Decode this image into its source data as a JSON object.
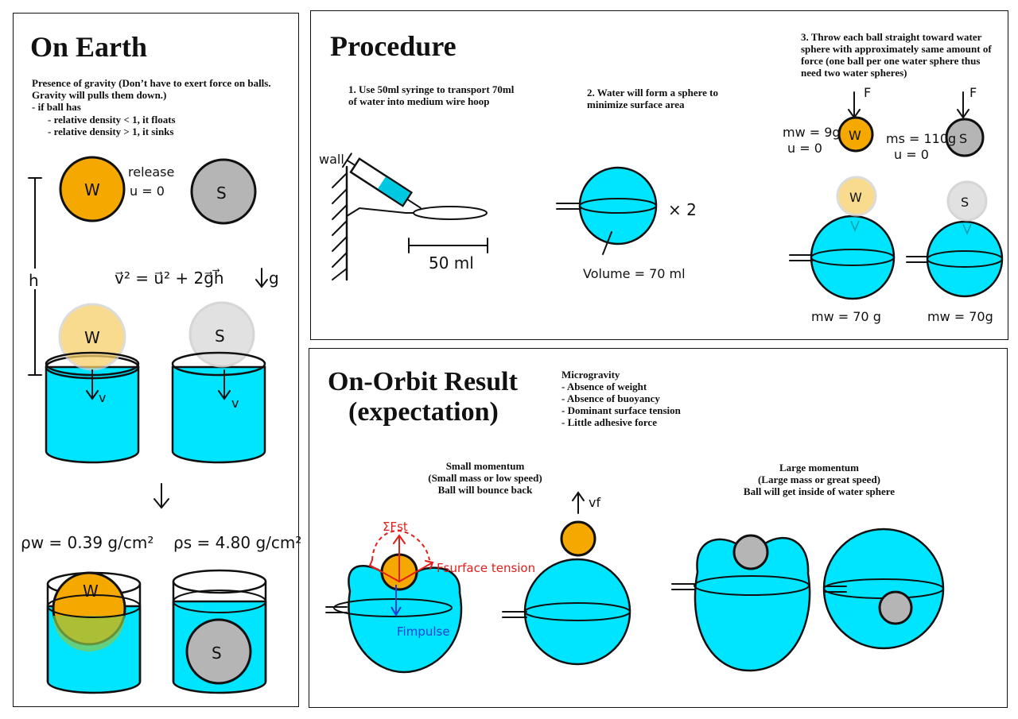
{
  "earth": {
    "title": "On Earth",
    "intro": "Presence of gravity (Don’t have to exert force on balls. Gravity will pulls them down.)",
    "bullet": "- if ball has",
    "sub1": "- relative density < 1, it floats",
    "sub2": "- relative density > 1, it sinks",
    "release": "release",
    "u0": "u = 0",
    "h": "h",
    "equation": "v⃗² = u⃗² + 2g⃗h⃗",
    "g": "g",
    "v": "v",
    "rho_w": "ρw = 0.39 g/cm²",
    "rho_s": "ρs = 4.80 g/cm²",
    "ball_w": "W",
    "ball_s": "S"
  },
  "procedure": {
    "title": "Procedure",
    "step1": "1. Use 50ml syringe to transport 70ml of water into medium wire hoop",
    "step2": "2. Water will form a sphere to minimize surface area",
    "step3": "3. Throw each ball straight toward water sphere with approximately same amount of force (one ball per one water sphere thus need two water spheres)",
    "wall": "wall",
    "ml50": "50 ml",
    "x2": "× 2",
    "volume": "Volume = 70 ml",
    "F": "F",
    "mw9": "mw = 9g",
    "ms110": "ms = 110g",
    "u0": "u = 0",
    "mw70a": "mw = 70 g",
    "mw70b": "mw = 70g"
  },
  "orbit": {
    "title1": "On-Orbit Result",
    "title2": "(expectation)",
    "micro_head": "Microgravity",
    "micro_items": [
      "- Absence of weight",
      "- Absence of buoyancy",
      "- Dominant surface tension",
      "- Little adhesive force"
    ],
    "small": "Small momentum\n(Small mass or low speed)\nBall will bounce back",
    "large": "Large momentum\n(Large mass or great speed)\nBall will get inside of water sphere",
    "sum_fst": "ΣFst",
    "f_surface": "Fsurface tension",
    "f_impulse": "Fimpulse",
    "vf": "vf"
  },
  "colors": {
    "water": "#00e5ff",
    "wood_ball": "#f5a800",
    "steel_ball": "#b5b5b5",
    "force_red": "#e0201a",
    "impulse_blue": "#1f3fd8"
  }
}
